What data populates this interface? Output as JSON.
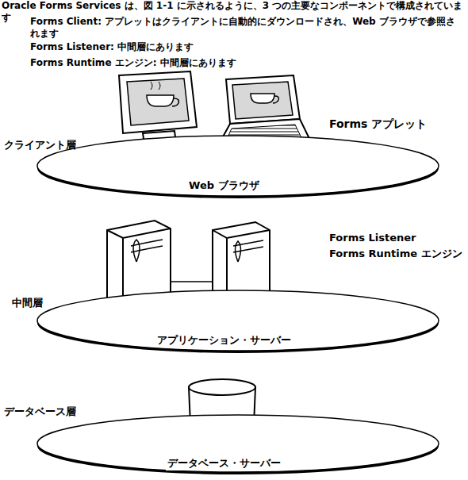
{
  "diagram": {
    "nodes": [
      {
        "text": [
          "クライアント層",
          "Web ブラウザ"
        ]
      },
      {
        "text": [
          "中間層",
          "アプリケーション・サーバー"
        ]
      },
      {
        "text": [
          "データベース層",
          "データベース・サーバー"
        ]
      }
    ],
    "labels": [
      "Oracle Forms Services は、図 1-1 に示されるように、3 つの主要なコンポーネントで構成されています",
      "Forms Client: アプレットはクライアントに自動的にダウンロードされ、Web ブラウザで参照されます",
      "Forms Listener: 中間層にあります",
      "Forms Runtime エンジン: 中間層にあります",
      "Forms アプレット",
      "Forms Listener",
      "Forms Runtime エンジン"
    ]
  }
}
